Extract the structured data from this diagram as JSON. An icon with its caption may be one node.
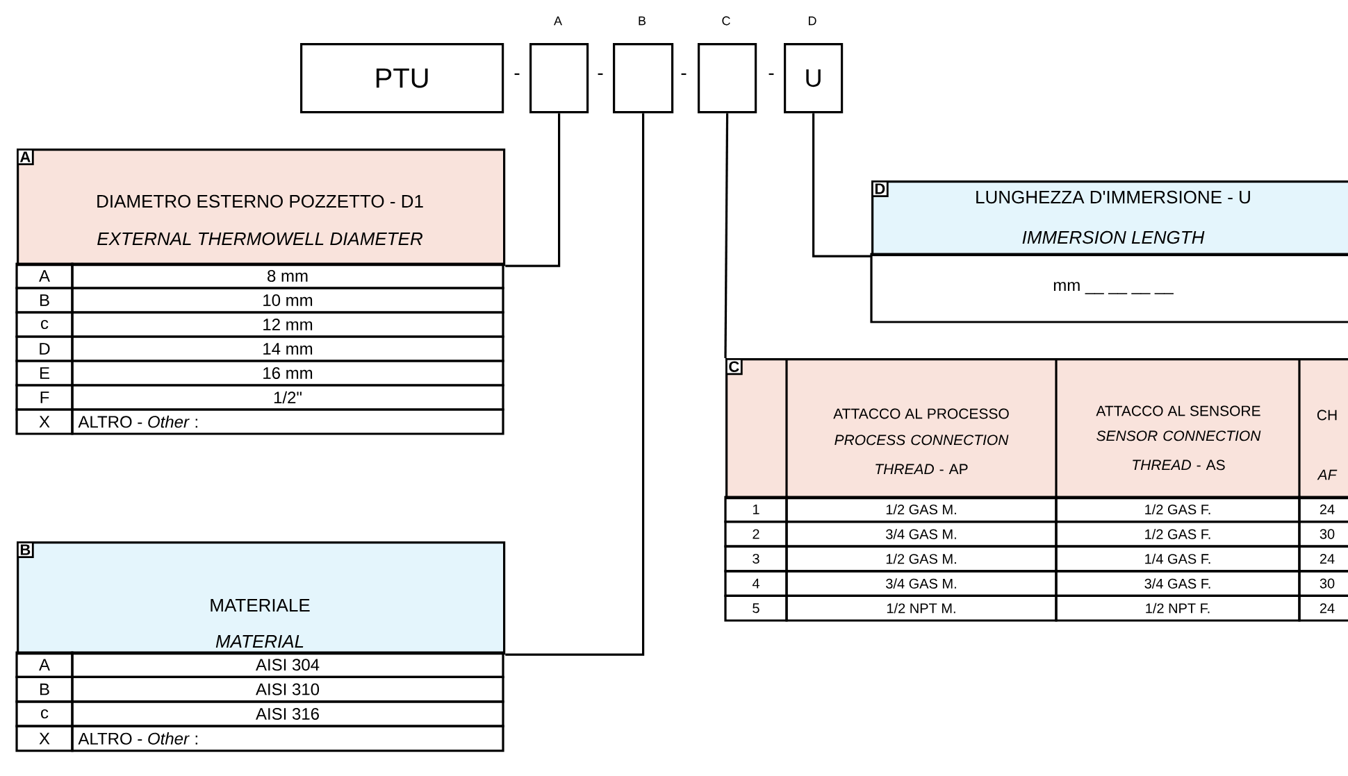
{
  "diagram": {
    "nodes": [
      {
        "text": [
          "PTU"
        ]
      },
      {
        "text": [],
        "shape": "box",
        "beside": [
          "A"
        ]
      },
      {
        "text": [],
        "shape": "box",
        "beside": [
          "B"
        ]
      },
      {
        "text": [],
        "shape": "box",
        "beside": [
          "C"
        ]
      },
      {
        "text": [
          "U"
        ],
        "beside": [
          "D"
        ]
      },
      {
        "text": [
          "A",
          "DIAMETRO ESTERNO POZZETTO - D1",
          "EXTERNAL THERMOWELL DIAMETER"
        ]
      },
      {
        "text": [
          "B",
          "MATERIALE",
          "MATERIAL"
        ]
      },
      {
        "text": [
          "C",
          "ATTACCO AL PROCESSO",
          "*PROCESS CONNECTION THREAD*  - AP",
          "ATTACCO AL SENSORE",
          "*SENSOR CONNECTION THREAD*  - AS",
          "CH",
          "AF"
        ]
      },
      {
        "text": [
          "D",
          "LUNGHEZZA D'IMMERSIONE - U",
          "IMMERSION LENGTH"
        ]
      }
    ],
    "edges": [
      {
        "from": 1,
        "to": 5,
        "arrow": "none"
      },
      {
        "from": 2,
        "to": 6,
        "arrow": "none"
      },
      {
        "from": 3,
        "to": 7,
        "arrow": "none"
      },
      {
        "from": 4,
        "to": 8,
        "arrow": "none"
      }
    ],
    "labels": [
      "-",
      "-",
      "-",
      "-",
      "mm __ __ __ __",
      "A",
      "8 mm",
      "B",
      "10 mm",
      "c",
      "12 mm",
      "D",
      "14 mm",
      "E",
      "16 mm",
      "F",
      "1/2\"",
      "X",
      "ALTRO - *Other* :",
      "1",
      "1/2 GAS M.",
      "1/2 GAS F.",
      "24",
      "2",
      "3/4 GAS M.",
      "1/2 GAS F.",
      "30",
      "3",
      "1/2 GAS M.",
      "1/4 GAS F.",
      "24",
      "4",
      "3/4 GAS M.",
      "3/4 GAS F.",
      "30",
      "5",
      "1/2 NPT M.",
      "1/2 NPT F.",
      "24",
      "A",
      "AISI 304",
      "B",
      "AISI 310",
      "c",
      "AISI 316",
      "X",
      "ALTRO - *Other* :"
    ]
  }
}
